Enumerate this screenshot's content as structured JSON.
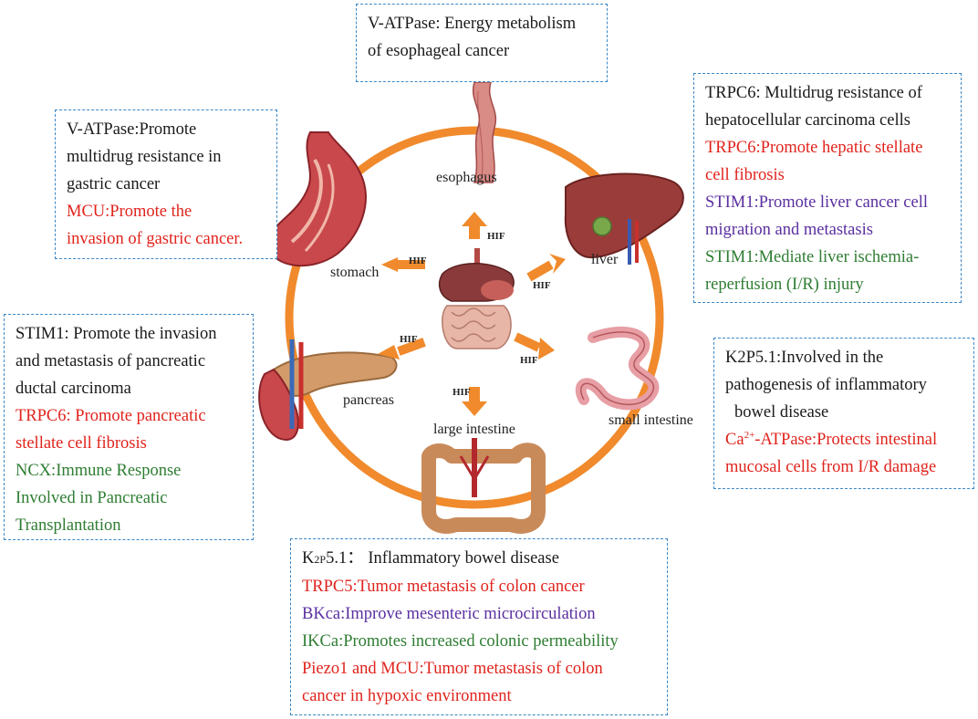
{
  "colors": {
    "ring": "#f08a2c",
    "border": "#3b86c4",
    "red": "#e0231c",
    "purple": "#5a2fa0",
    "green": "#2e7d32"
  },
  "organs": {
    "esophagus": "esophagus",
    "stomach": "stomach",
    "liver": "liver",
    "pancreas": "pancreas",
    "small_intestine": "small intestine",
    "large_intestine": "large intestine"
  },
  "hif": "HIF",
  "boxes": {
    "esophagus": [
      {
        "text": "V-ATPase: Energy metabolism",
        "color": "black"
      },
      {
        "text": "of esophageal cancer",
        "color": "black"
      }
    ],
    "stomach": [
      {
        "text": "V-ATPase:Promote",
        "color": "black"
      },
      {
        "text": "multidrug resistance in",
        "color": "black"
      },
      {
        "text": "gastric cancer",
        "color": "black"
      },
      {
        "text": "MCU:Promote the",
        "color": "red"
      },
      {
        "text": "invasion of gastric cancer.",
        "color": "red"
      }
    ],
    "liver": [
      {
        "text": "TRPC6: Multidrug resistance of",
        "color": "black"
      },
      {
        "text": "hepatocellular carcinoma cells",
        "color": "black"
      },
      {
        "text": "TRPC6:Promote hepatic stellate",
        "color": "red"
      },
      {
        "text": "cell fibrosis",
        "color": "red"
      },
      {
        "text": "STIM1:Promote liver cancer cell",
        "color": "purple"
      },
      {
        "text": "migration and metastasis",
        "color": "purple"
      },
      {
        "text": "STIM1:Mediate liver ischemia-",
        "color": "green"
      },
      {
        "text": "reperfusion (I/R) injury",
        "color": "green"
      }
    ],
    "pancreas": [
      {
        "text": "STIM1: Promote the invasion",
        "color": "black"
      },
      {
        "text": "and metastasis of pancreatic",
        "color": "black"
      },
      {
        "text": "ductal carcinoma",
        "color": "black"
      },
      {
        "text": "TRPC6: Promote pancreatic",
        "color": "red"
      },
      {
        "text": "stellate cell fibrosis",
        "color": "red"
      },
      {
        "text": "NCX:Immune Response",
        "color": "green"
      },
      {
        "text": "Involved in Pancreatic",
        "color": "green"
      },
      {
        "text": "Transplantation",
        "color": "green"
      }
    ],
    "small_intestine": {
      "line1": "K2P5.1:Involved in the",
      "line2": "pathogenesis of inflammatory",
      "line3": "bowel disease",
      "ca_prefix": "Ca",
      "ca_sup": "2+",
      "ca_rest": "-ATPase:Protects intestinal",
      "line5": "mucosal cells from I/R damage"
    },
    "large_intestine": {
      "k_prefix": "K",
      "k_sub": "2P",
      "k_rest": "5.1： Inflammatory bowel disease",
      "lines": [
        {
          "text": "TRPC5:Tumor metastasis of colon cancer",
          "color": "red"
        },
        {
          "text": "BKca:Improve mesenteric microcirculation",
          "color": "purple"
        },
        {
          "text": "IKCa:Promotes increased colonic permeability",
          "color": "green"
        },
        {
          "text": "Piezo1 and MCU:Tumor metastasis of colon",
          "color": "red"
        },
        {
          "text": "cancer in hypoxic environment",
          "color": "red"
        }
      ]
    }
  }
}
